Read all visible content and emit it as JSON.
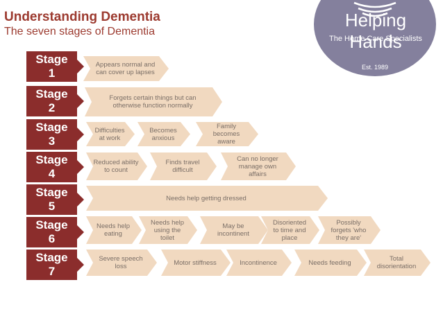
{
  "header": {
    "title": "Understanding Dementia",
    "subtitle": "The seven stages of Dementia"
  },
  "logo": {
    "name": "Helping Hands",
    "tagline": "The Home Care Specialists",
    "est": "Est. 1989"
  },
  "colors": {
    "stage_fill": "#8b2d2c",
    "bar_fill": "#f1d9c0",
    "header_text": "#9c3a2f",
    "logo_fill": "#84809d",
    "item_text": "#7a6e66"
  },
  "stages": [
    {
      "label": "Stage\n1",
      "items": [
        "Appears normal and\ncan cover up lapses"
      ]
    },
    {
      "label": "Stage\n2",
      "items": [
        "Forgets certain things but can\notherwise function normally"
      ]
    },
    {
      "label": "Stage\n3",
      "items": [
        "Difficulties\nat work",
        "Becomes\nanxious",
        "Family\nbecomes\naware"
      ]
    },
    {
      "label": "Stage\n4",
      "items": [
        "Reduced ability\nto count",
        "Finds travel\ndifficult",
        "Can no longer\nmanage own\naffairs"
      ]
    },
    {
      "label": "Stage\n5",
      "items": [
        "Needs help getting dressed"
      ]
    },
    {
      "label": "Stage\n6",
      "items": [
        "Needs help\neating",
        "Needs help\nusing the\ntoilet",
        "May be\nincontinent",
        "Disoriented\nto time and\nplace",
        "Possibly\nforgets 'who\nthey are'"
      ]
    },
    {
      "label": "Stage\n7",
      "items": [
        "Severe speech\nloss",
        "Motor stiffness",
        "Incontinence",
        "Needs feeding",
        "Total\ndisorientation"
      ]
    }
  ]
}
